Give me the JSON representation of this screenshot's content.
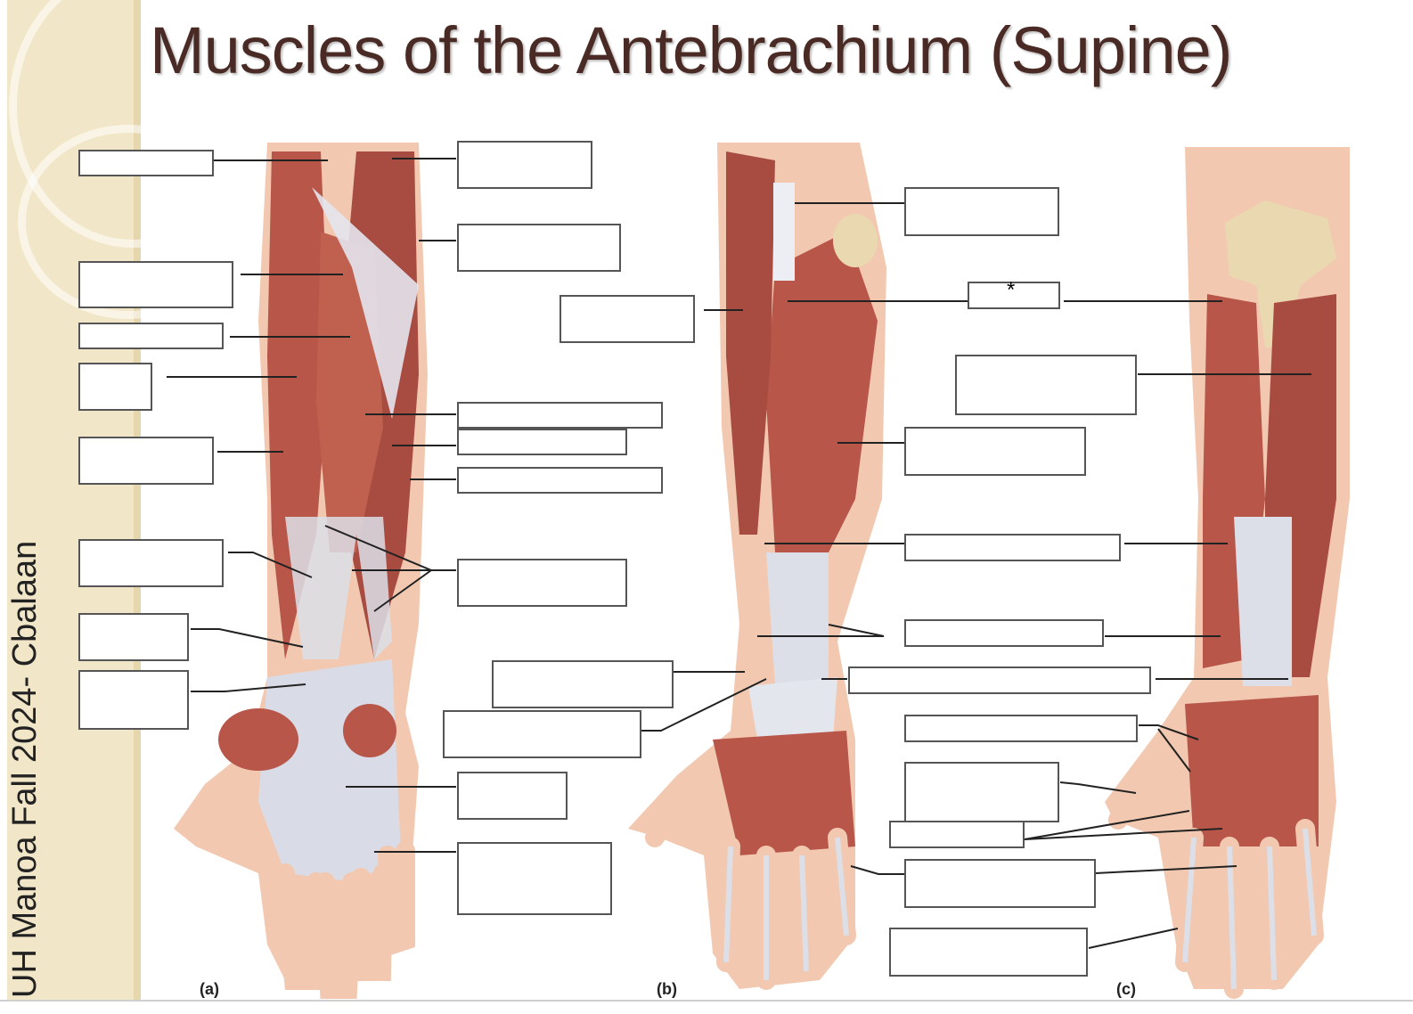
{
  "title": "Muscles of the Antebrachium (Supine)",
  "sidebar_text": "UH Manoa Fall 2024- Cbalaan",
  "panels": [
    {
      "label": "(a)"
    },
    {
      "label": "(b)"
    },
    {
      "label": "(c)"
    }
  ],
  "asterisk": "*",
  "colors": {
    "muscle": "#b8564a",
    "muscle_dark": "#8e3a32",
    "tendon": "#dcdfe8",
    "skin": "#f2c9b0",
    "bone": "#ead8b0",
    "title_text": "#4a2a24",
    "sidebar": "#f1e6c8"
  }
}
